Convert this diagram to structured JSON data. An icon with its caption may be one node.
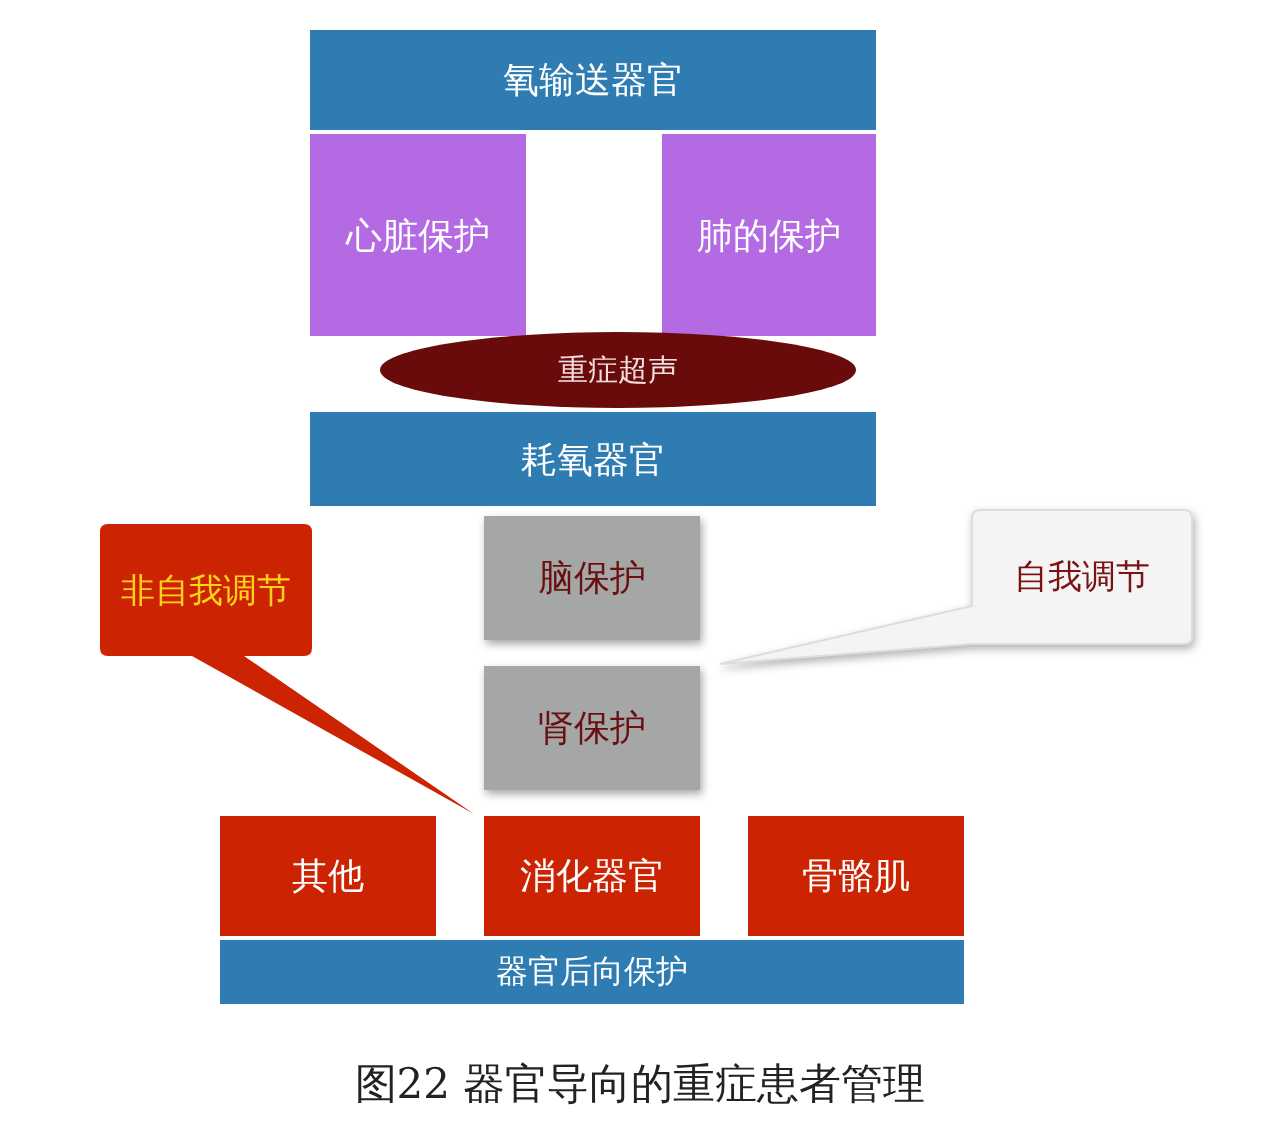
{
  "diagram": {
    "caption": "图22  器官导向的重症患者管理",
    "nodes": [
      {
        "text": [
          "氧输送器官"
        ]
      },
      {
        "text": [
          "心脏保护"
        ]
      },
      {
        "text": [
          "肺的保护"
        ]
      },
      {
        "text": [
          "重症超声"
        ]
      },
      {
        "text": [
          "耗氧器官"
        ]
      },
      {
        "text": [
          "非自我调节"
        ]
      },
      {
        "text": [
          "自我调节"
        ]
      },
      {
        "text": [
          "脑保护"
        ]
      },
      {
        "text": [
          "肾保护"
        ]
      },
      {
        "text": [
          "其他"
        ]
      },
      {
        "text": [
          "消化器官"
        ]
      },
      {
        "text": [
          "骨骼肌"
        ]
      },
      {
        "text": [
          "器官后向保护"
        ]
      }
    ]
  }
}
